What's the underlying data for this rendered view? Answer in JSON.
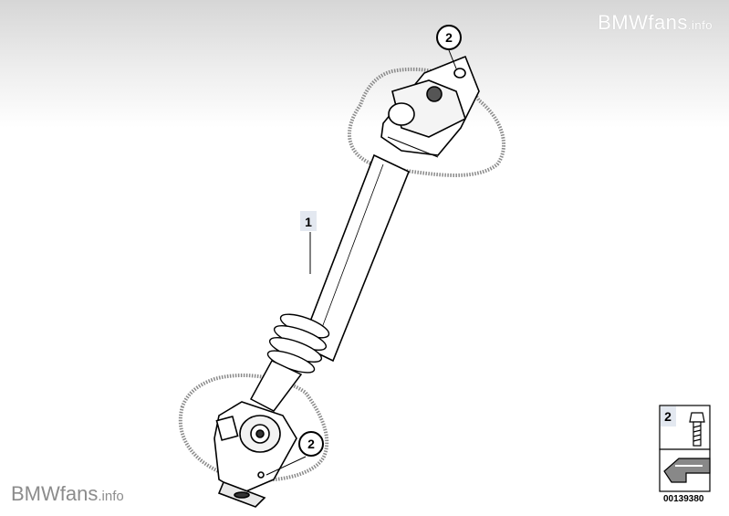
{
  "watermark": {
    "brand": "BMWfans",
    "suffix": ".info"
  },
  "callouts": [
    {
      "id": "callout-1",
      "label": "1"
    },
    {
      "id": "callout-2-top",
      "label": "2"
    },
    {
      "id": "callout-2-bottom",
      "label": "2"
    }
  ],
  "legend": {
    "item_label": "2"
  },
  "reference_code": "00139380"
}
